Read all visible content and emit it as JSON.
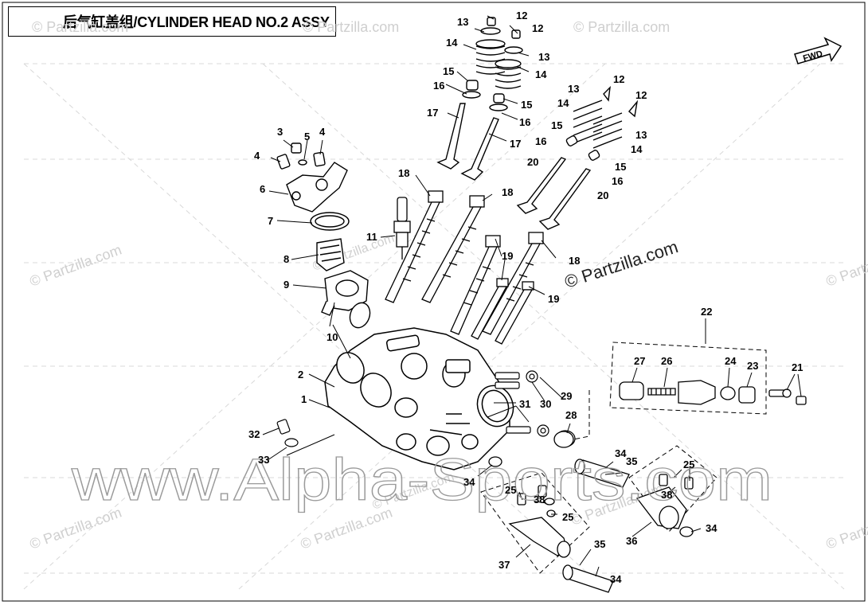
{
  "title": "后气缸盖组/CYLINDER HEAD NO.2 ASSY",
  "fwd_label": "FWD",
  "watermark_copyright": "© Partzilla.com",
  "watermark_site": "www.Alpha-Sports.com",
  "callouts": [
    "1",
    "2",
    "3",
    "4",
    "4",
    "5",
    "6",
    "7",
    "8",
    "9",
    "10",
    "11",
    "12",
    "12",
    "12",
    "12",
    "13",
    "13",
    "13",
    "13",
    "14",
    "14",
    "14",
    "14",
    "15",
    "15",
    "15",
    "15",
    "16",
    "16",
    "16",
    "16",
    "17",
    "17",
    "18",
    "18",
    "18",
    "19",
    "19",
    "20",
    "20",
    "21",
    "22",
    "23",
    "24",
    "25",
    "25",
    "25",
    "26",
    "27",
    "28",
    "29",
    "30",
    "31",
    "32",
    "33",
    "34",
    "34",
    "34",
    "34",
    "35",
    "35",
    "36",
    "37",
    "38",
    "38"
  ]
}
